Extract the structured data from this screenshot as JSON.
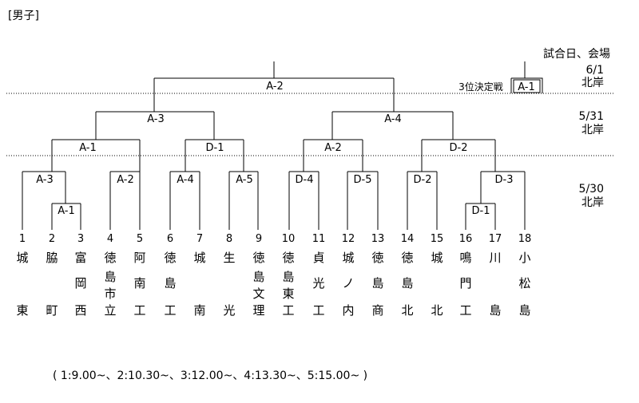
{
  "title": "[男子]",
  "schedule": {
    "header": "試合日、会場",
    "day1": {
      "date": "6/1",
      "venue": "北岸"
    },
    "day2": {
      "date": "5/31",
      "venue": "北岸"
    },
    "day3": {
      "date": "5/30",
      "venue": "北岸"
    }
  },
  "third_place_label": "3位決定戦",
  "labels": {
    "final": "A-2",
    "third": "A-1",
    "sf_left": "A-3",
    "sf_right": "A-4",
    "qf1": "A-1",
    "qf2": "D-1",
    "qf3": "A-2",
    "qf4": "D-2",
    "r1_a": "A-3",
    "r1_b": "A-2",
    "r1_c": "A-4",
    "r1_d": "A-5",
    "r1_e": "D-4",
    "r1_f": "D-5",
    "r1_g": "D-2",
    "r1_h": "D-3",
    "r0_a": "A-1",
    "r0_b": "D-1"
  },
  "teams": [
    {
      "num": "1",
      "c1": "城",
      "c2": "",
      "c3": "",
      "c4": "東"
    },
    {
      "num": "2",
      "c1": "脇",
      "c2": "",
      "c3": "",
      "c4": "町"
    },
    {
      "num": "3",
      "c1": "富",
      "c2": "岡",
      "c3": "",
      "c4": "西"
    },
    {
      "num": "4",
      "c1": "徳",
      "c2": "島",
      "c3": "市",
      "c4": "立"
    },
    {
      "num": "5",
      "c1": "阿",
      "c2": "南",
      "c3": "",
      "c4": "工"
    },
    {
      "num": "6",
      "c1": "徳",
      "c2": "島",
      "c3": "",
      "c4": "工"
    },
    {
      "num": "7",
      "c1": "城",
      "c2": "",
      "c3": "",
      "c4": "南"
    },
    {
      "num": "8",
      "c1": "生",
      "c2": "",
      "c3": "",
      "c4": "光"
    },
    {
      "num": "9",
      "c1": "徳",
      "c2": "島",
      "c3": "文",
      "c4": "理"
    },
    {
      "num": "10",
      "c1": "徳",
      "c2": "島",
      "c3": "東",
      "c4": "工"
    },
    {
      "num": "11",
      "c1": "貞",
      "c2": "光",
      "c3": "",
      "c4": "工"
    },
    {
      "num": "12",
      "c1": "城",
      "c2": "ノ",
      "c3": "",
      "c4": "内"
    },
    {
      "num": "13",
      "c1": "徳",
      "c2": "島",
      "c3": "",
      "c4": "商"
    },
    {
      "num": "14",
      "c1": "徳",
      "c2": "島",
      "c3": "",
      "c4": "北"
    },
    {
      "num": "15",
      "c1": "城",
      "c2": "",
      "c3": "",
      "c4": "北"
    },
    {
      "num": "16",
      "c1": "鳴",
      "c2": "門",
      "c3": "",
      "c4": "工"
    },
    {
      "num": "17",
      "c1": "川",
      "c2": "",
      "c3": "",
      "c4": "島"
    },
    {
      "num": "18",
      "c1": "小",
      "c2": "松",
      "c3": "",
      "c4": "島"
    }
  ],
  "footer": "( 1:9.00~、2:10.30~、3:12.00~、4:13.30~、5:15.00~ )"
}
